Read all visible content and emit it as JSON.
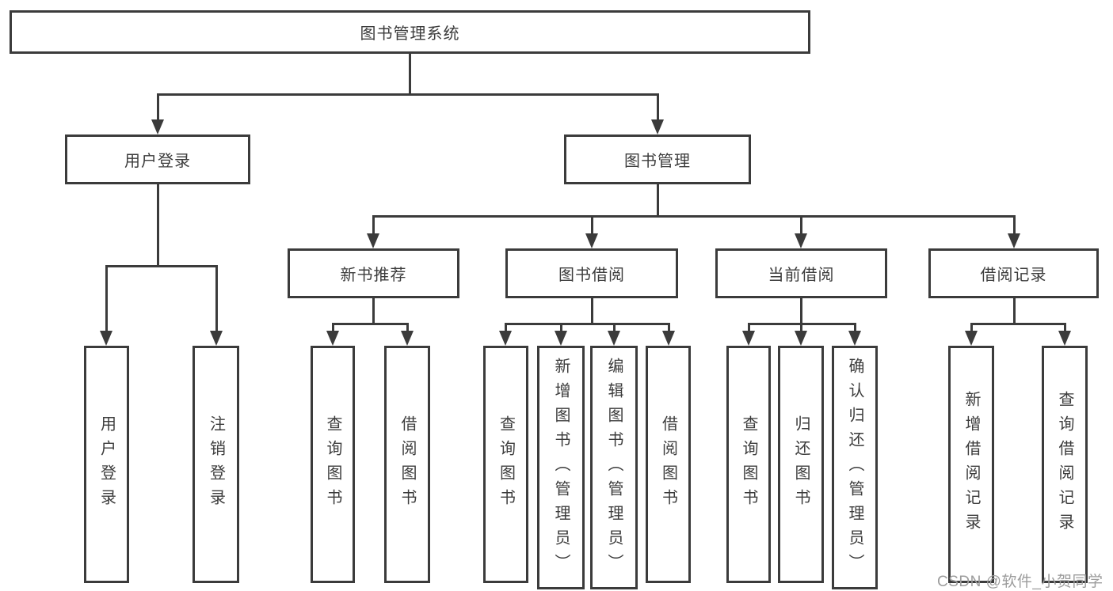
{
  "diagram": {
    "root": {
      "label": "图书管理系统"
    },
    "level2": [
      {
        "label": "用户登录"
      },
      {
        "label": "图书管理"
      }
    ],
    "level3": [
      {
        "label": "新书推荐"
      },
      {
        "label": "图书借阅"
      },
      {
        "label": "当前借阅"
      },
      {
        "label": "借阅记录"
      }
    ],
    "leaves": {
      "user_login": [
        {
          "label": "用户登录"
        },
        {
          "label": "注销登录"
        }
      ],
      "new_book_recommend": [
        {
          "label": "查询图书"
        },
        {
          "label": "借阅图书"
        }
      ],
      "book_borrow": [
        {
          "label": "查询图书"
        },
        {
          "label": "新增图书（管理员）"
        },
        {
          "label": "编辑图书（管理员）"
        },
        {
          "label": "借阅图书"
        }
      ],
      "current_borrow": [
        {
          "label": "查询图书"
        },
        {
          "label": "归还图书"
        },
        {
          "label": "确认归还（管理员）"
        }
      ],
      "borrow_records": [
        {
          "label": "新增借阅记录"
        },
        {
          "label": "查询借阅记录"
        }
      ]
    },
    "watermark": "CSDN @软件_小贺同学",
    "colors": {
      "line": "#3b3b3b",
      "text": "#3c3c3c",
      "background": "#ffffff",
      "watermark": "#9c9c9c"
    }
  }
}
